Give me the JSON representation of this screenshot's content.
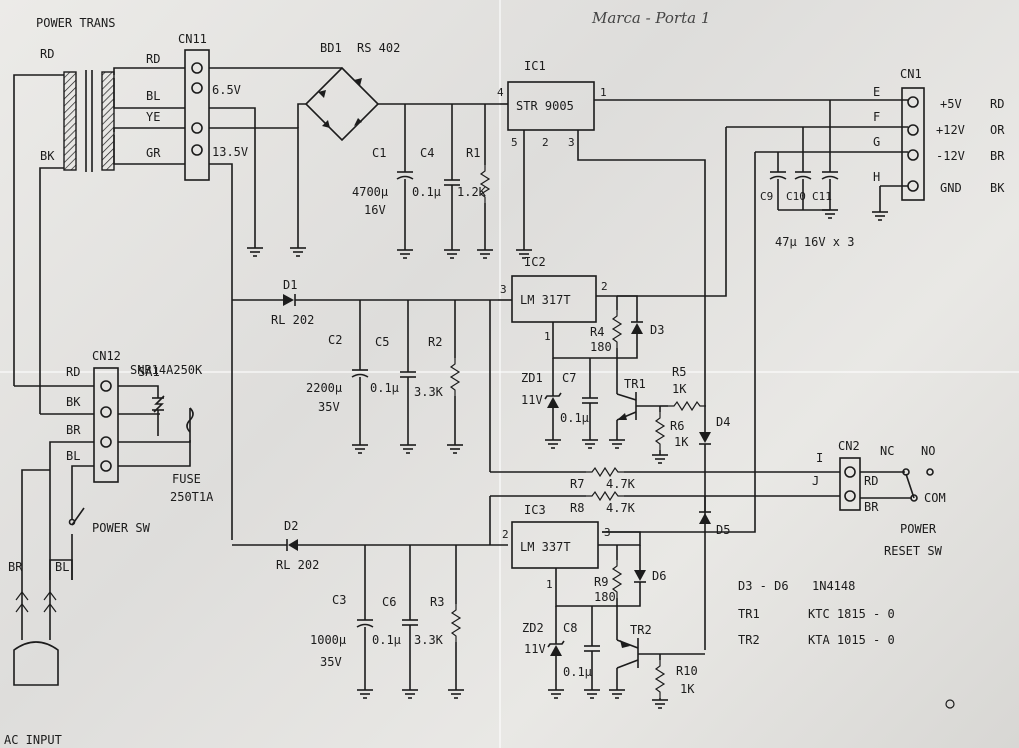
{
  "handwritten_note": "Marca - Porta 1",
  "transformer": {
    "title": "POWER TRANS",
    "primary_top": "RD",
    "primary_bottom": "BK"
  },
  "cn11": {
    "name": "CN11",
    "pins": [
      "RD",
      "BL",
      "YE",
      "GR"
    ],
    "v1": "6.5V",
    "v2": "13.5V"
  },
  "bd1": {
    "ref": "BD1",
    "part": "RS 402"
  },
  "c1": {
    "ref": "C1",
    "v1": "4700µ",
    "v2": "16V"
  },
  "c4": {
    "ref": "C4",
    "v1": "0.1µ"
  },
  "r1": {
    "ref": "R1",
    "v1": "1.2K"
  },
  "ic1": {
    "ref": "IC1",
    "part": "STR 9005",
    "pin1": "1",
    "pin2": "2",
    "pin3": "3",
    "pin4": "4",
    "pin5": "5"
  },
  "cn1": {
    "name": "CN1",
    "rows": [
      {
        "pin": "E",
        "volt": "+5V",
        "color": "RD"
      },
      {
        "pin": "F",
        "volt": "+12V",
        "color": "OR"
      },
      {
        "pin": "G",
        "volt": "-12V",
        "color": "BR"
      },
      {
        "pin": "H",
        "volt": "GND",
        "color": "BK"
      }
    ]
  },
  "c9": "C9",
  "c10": "C10",
  "c11": "C11",
  "cap_note": "47µ 16V x 3",
  "d1": {
    "ref": "D1",
    "part": "RL 202"
  },
  "c2": {
    "ref": "C2",
    "v1": "2200µ",
    "v2": "35V"
  },
  "c5": {
    "ref": "C5",
    "v1": "0.1µ"
  },
  "r2": {
    "ref": "R2",
    "v1": "3.3K"
  },
  "ic2": {
    "ref": "IC2",
    "part": "LM 317T",
    "pin1": "1",
    "pin2": "2",
    "pin3": "3"
  },
  "r4": {
    "ref": "R4",
    "v1": "180"
  },
  "d3": "D3",
  "zd1": {
    "ref": "ZD1",
    "v1": "11V"
  },
  "c7": {
    "ref": "C7",
    "v1": "0.1µ"
  },
  "tr1": "TR1",
  "r5": {
    "ref": "R5",
    "v1": "1K"
  },
  "r6": {
    "ref": "R6",
    "v1": "1K"
  },
  "d4": "D4",
  "cn12": {
    "name": "CN12",
    "pins": [
      "RD",
      "BK",
      "BR",
      "BL"
    ]
  },
  "sa1": {
    "ref": "SA1",
    "part": "SNR14A250K"
  },
  "fuse": {
    "label": "FUSE",
    "part": "250T1A"
  },
  "power_sw": "POWER SW",
  "ac": {
    "label": "AC INPUT",
    "left": "BR",
    "right": "BL"
  },
  "r7": {
    "ref": "R7",
    "v1": "4.7K"
  },
  "r8": {
    "ref": "R8",
    "v1": "4.7K"
  },
  "cn2": {
    "name": "CN2",
    "pin1": "I",
    "pin2": "J",
    "wire1": "RD",
    "wire2": "BR",
    "nc": "NC",
    "no": "NO",
    "com": "COM"
  },
  "reset_sw": {
    "line1": "POWER",
    "line2": "RESET SW"
  },
  "d5": "D5",
  "d2": {
    "ref": "D2",
    "part": "RL 202"
  },
  "c3": {
    "ref": "C3",
    "v1": "1000µ",
    "v2": "35V"
  },
  "c6": {
    "ref": "C6",
    "v1": "0.1µ"
  },
  "r3": {
    "ref": "R3",
    "v1": "3.3K"
  },
  "ic3": {
    "ref": "IC3",
    "part": "LM 337T",
    "pin1": "1",
    "pin2": "2",
    "pin3": "3"
  },
  "r9": {
    "ref": "R9",
    "v1": "180"
  },
  "d6": "D6",
  "zd2": {
    "ref": "ZD2",
    "v1": "11V"
  },
  "c8": {
    "ref": "C8",
    "v1": "0.1µ"
  },
  "tr2": "TR2",
  "r10": {
    "ref": "R10",
    "v1": "1K"
  },
  "parts_list": [
    {
      "ref": "D3 - D6",
      "part": "1N4148"
    },
    {
      "ref": "TR1",
      "part": "KTC 1815 - 0"
    },
    {
      "ref": "TR2",
      "part": "KTA 1015 - 0"
    }
  ]
}
